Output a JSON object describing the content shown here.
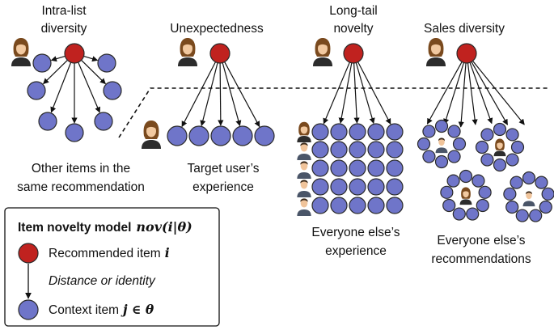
{
  "columns": [
    {
      "title": "Intra-list diversity",
      "title_lines": [
        "Intra-list",
        "diversity"
      ],
      "caption_lines": [
        "Other items in the",
        "same recommendation"
      ]
    },
    {
      "title": "Unexpectedness",
      "title_lines": [
        "Unexpectedness"
      ],
      "caption_lines": [
        "Target user’s",
        "experience"
      ]
    },
    {
      "title": "Long-tail novelty",
      "title_lines": [
        "Long-tail",
        "novelty"
      ],
      "caption_lines": [
        "Everyone else’s",
        "experience"
      ]
    },
    {
      "title": "Sales diversity",
      "title_lines": [
        "Sales diversity"
      ],
      "caption_lines": [
        "Everyone else’s",
        "recommendations"
      ]
    }
  ],
  "legend": {
    "title": "Item novelty model",
    "formula": "nov(i|θ)",
    "recommended_item": {
      "text": "Recommended item",
      "symbol": "i"
    },
    "relation": "Distance or identity",
    "context_item": {
      "text": "Context item",
      "symbol": "j ∈ θ"
    }
  },
  "colors": {
    "recommended_item": "#c0221f",
    "context_item": "#6f75c9",
    "node_stroke": "#2a2a2a",
    "arrow": "#111111"
  },
  "icons": [
    "user-woman-icon",
    "user-man-icon"
  ]
}
